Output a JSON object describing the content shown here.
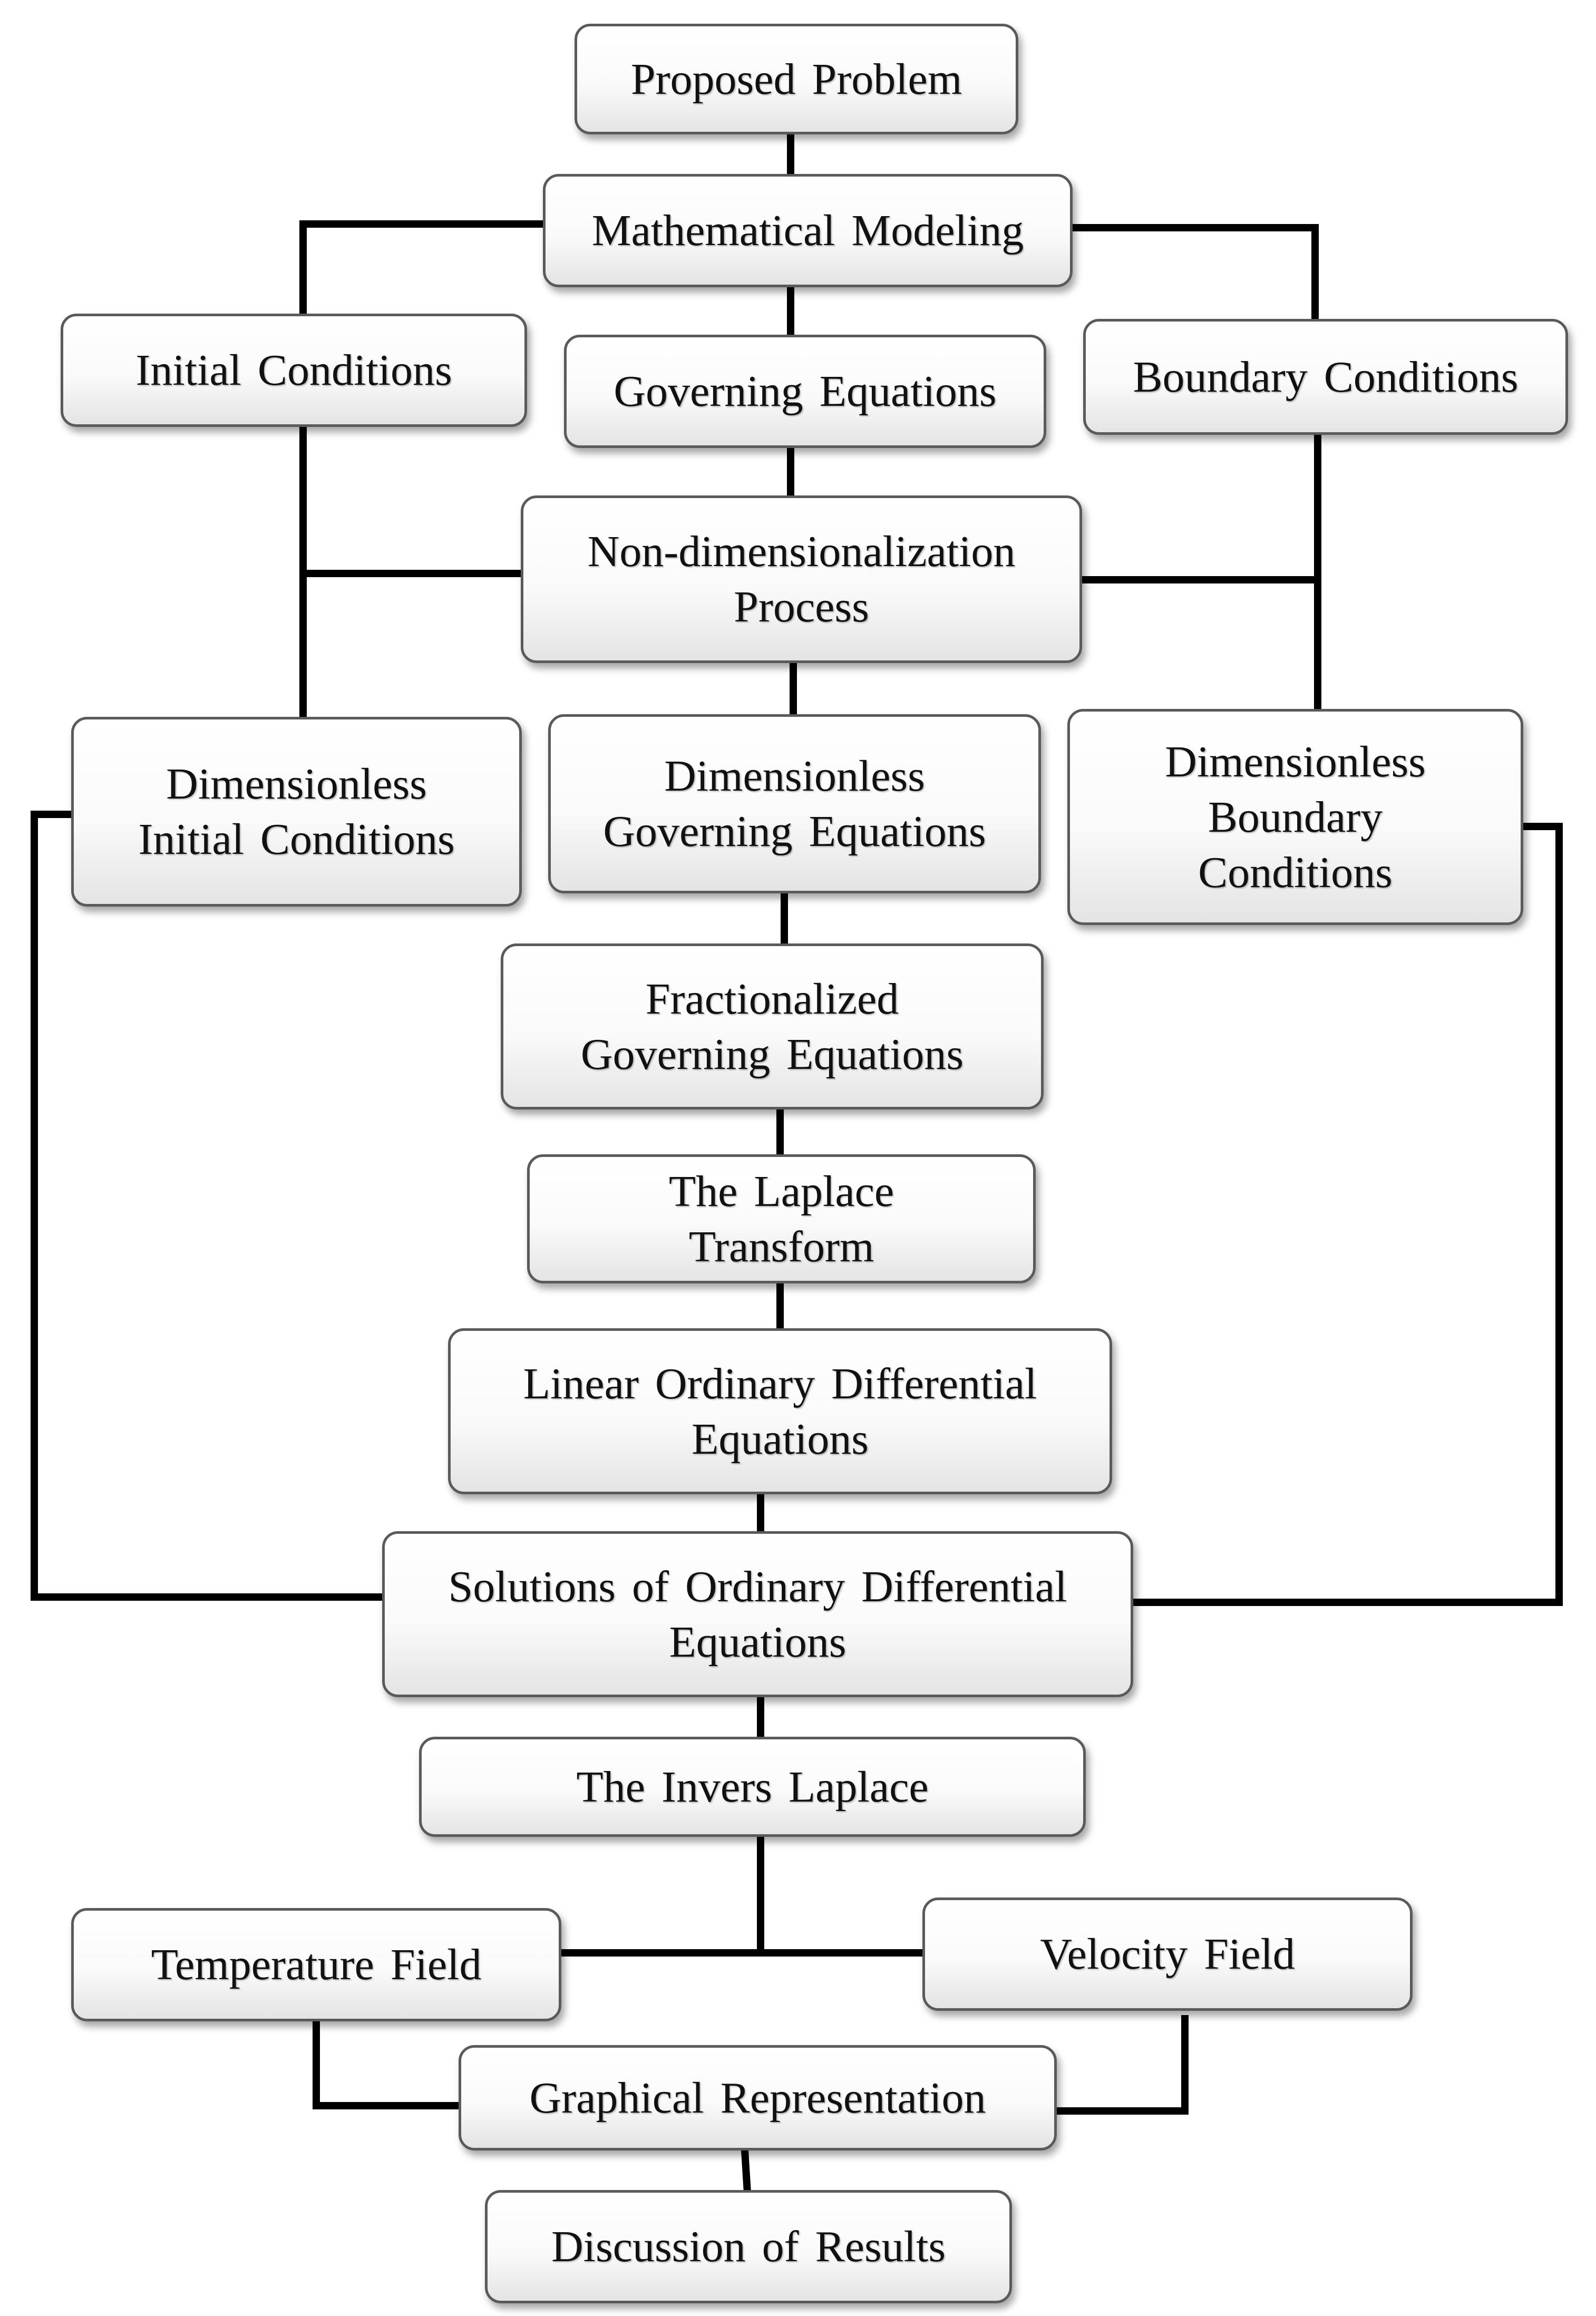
{
  "nodes": {
    "proposed_problem": "Proposed Problem",
    "mathematical_modeling": "Mathematical Modeling",
    "initial_conditions": "Initial Conditions",
    "governing_equations": "Governing Equations",
    "boundary_conditions": "Boundary Conditions",
    "non_dimensionalization": "Non-dimensionalization\nProcess",
    "dimensionless_initial": "Dimensionless\nInitial Conditions",
    "dimensionless_governing": "Dimensionless\nGoverning Equations",
    "dimensionless_boundary": "Dimensionless\nBoundary\nConditions",
    "fractionalized_governing": "Fractionalized\nGoverning Equations",
    "laplace_transform": "The Laplace\nTransform",
    "linear_ode": "Linear Ordinary Differential\nEquations",
    "solutions_ode": "Solutions of Ordinary Differential\nEquations",
    "invers_laplace": "The Invers Laplace",
    "temperature_field": "Temperature Field",
    "velocity_field": "Velocity Field",
    "graphical_representation": "Graphical Representation",
    "discussion_results": "Discussion of Results"
  }
}
